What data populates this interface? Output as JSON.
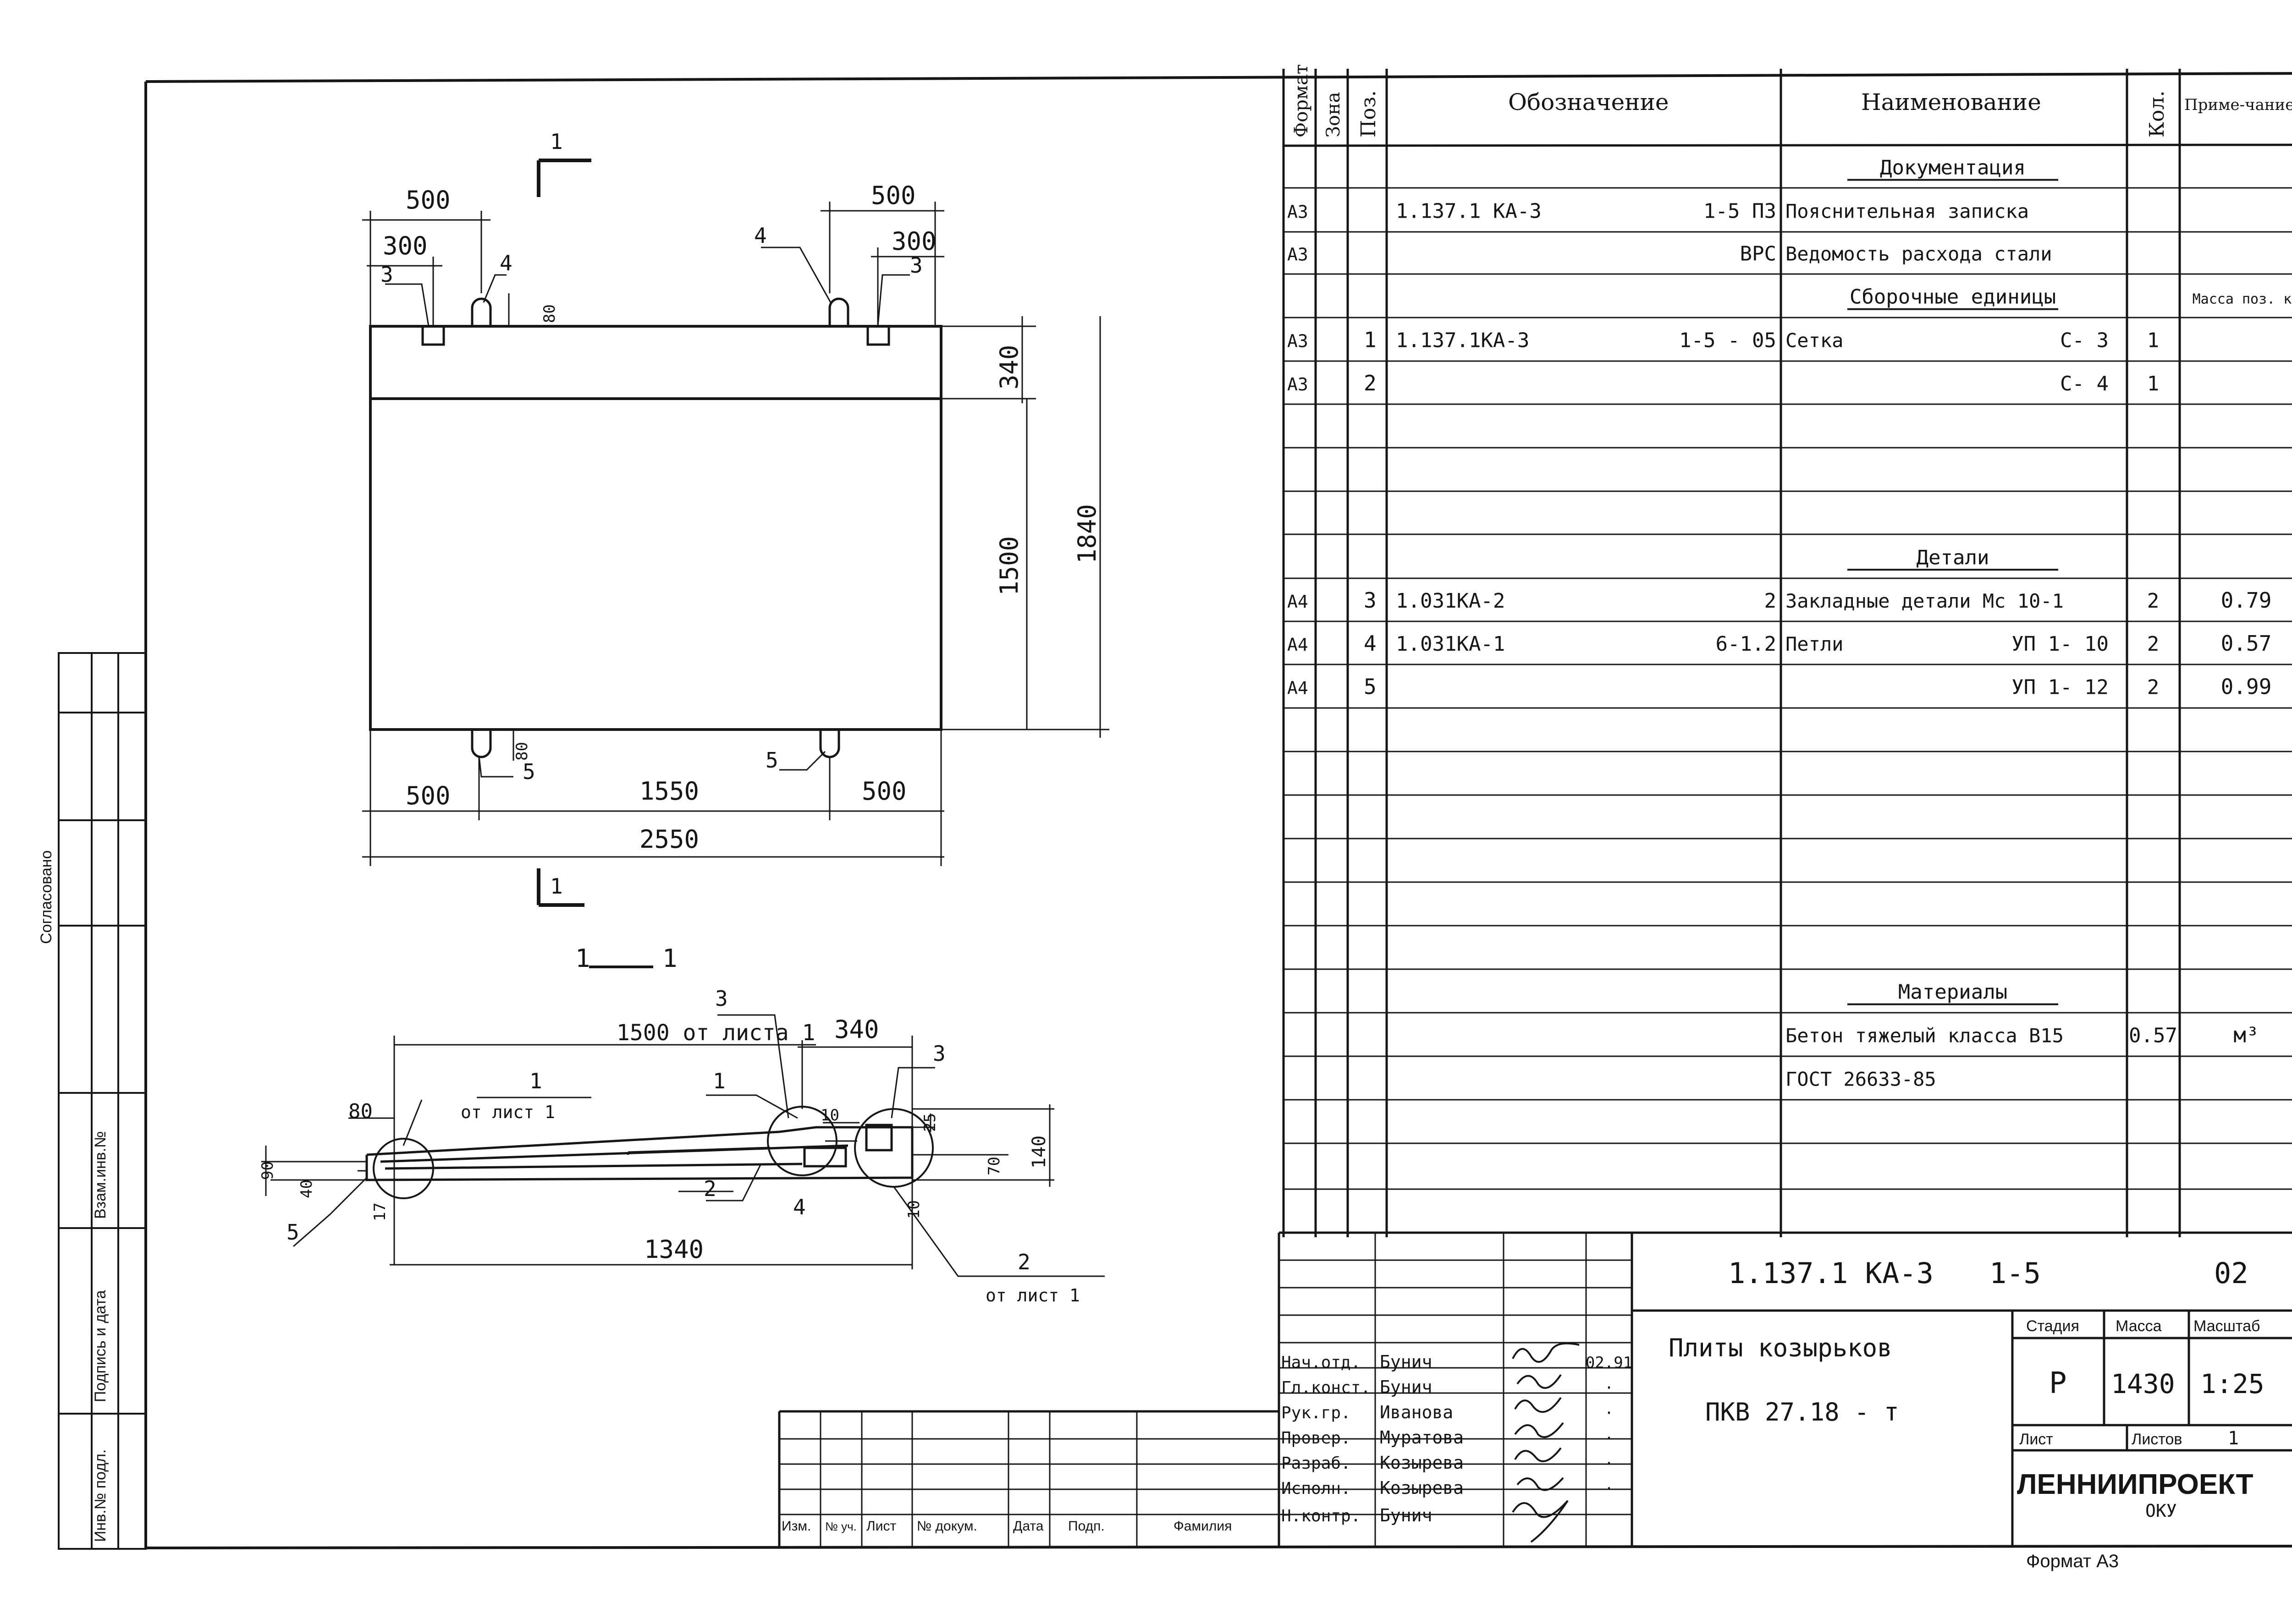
{
  "drawing": {
    "plan": {
      "section_mark_top": "1",
      "section_mark_bottom": "1",
      "dim_500_tl": "500",
      "dim_300_tl": "300",
      "dim_500_tr": "500",
      "dim_300_tr": "300",
      "pos3_left": "3",
      "pos4_left": "4",
      "pos4_right": "4",
      "pos3_right": "3",
      "dim_80_top": "80",
      "dim_80_bottom": "80",
      "dim_340": "340",
      "dim_1500": "1500",
      "dim_1840": "1840",
      "pos5_left": "5",
      "pos5_right": "5",
      "dim_500_bl": "500",
      "dim_1550": "1550",
      "dim_500_br": "500",
      "dim_2550": "2550"
    },
    "section": {
      "title_left": "1",
      "title_right": "1",
      "callout_3": "3",
      "dim_1500_ref": "1500 от листа 1",
      "dim_340": "340",
      "callout_1": "1",
      "callout_1_sheet": "от лист 1",
      "callout_1b": "1",
      "callout_3b": "3",
      "dim_80": "80",
      "dim_10": "10",
      "dim_25": "25",
      "dim_140": "140",
      "dim_90": "90",
      "dim_40": "40",
      "dim_70": "70",
      "callout_5": "5",
      "dim_17": "17",
      "callout_2_inner": "2",
      "callout_4": "4",
      "dim_10b": "10",
      "dim_1340": "1340",
      "callout_2": "2",
      "callout_2_sheet": "от лист 1"
    }
  },
  "spec": {
    "headers": [
      "Формат",
      "Зона",
      "Поз.",
      "Обозначение",
      "Наименование",
      "Кол.",
      "Приме-чание"
    ],
    "rows": [
      {
        "fmt": "",
        "pos": "",
        "designation": "",
        "doc": "",
        "name": "Документация",
        "qty": "",
        "note": "",
        "section": true
      },
      {
        "fmt": "А3",
        "pos": "",
        "designation": "1.137.1 КА-3",
        "doc": "1-5   ПЗ",
        "name": "Пояснительная записка",
        "qty": "",
        "note": ""
      },
      {
        "fmt": "А3",
        "pos": "",
        "designation": "",
        "doc": "ВРС",
        "name": "Ведомость расхода стали",
        "qty": "",
        "note": ""
      },
      {
        "fmt": "",
        "pos": "",
        "designation": "",
        "doc": "",
        "name": "Сборочные единицы",
        "qty": "",
        "note": "Масса поз. кг",
        "section": true
      },
      {
        "fmt": "А3",
        "pos": "1",
        "designation": "1.137.1КА-3",
        "doc": "1-5   - 05",
        "name": "Сетка",
        "name2": "С- 3",
        "qty": "1",
        "note": ""
      },
      {
        "fmt": "А3",
        "pos": "2",
        "designation": "",
        "doc": "",
        "name": "",
        "name2": "С- 4",
        "qty": "1",
        "note": ""
      },
      {
        "fmt": "",
        "pos": "",
        "designation": "",
        "doc": "",
        "name": "",
        "qty": "",
        "note": ""
      },
      {
        "fmt": "",
        "pos": "",
        "designation": "",
        "doc": "",
        "name": "",
        "qty": "",
        "note": ""
      },
      {
        "fmt": "",
        "pos": "",
        "designation": "",
        "doc": "",
        "name": "",
        "qty": "",
        "note": ""
      },
      {
        "fmt": "",
        "pos": "",
        "designation": "",
        "doc": "",
        "name": "Детали",
        "qty": "",
        "note": "",
        "section": true
      },
      {
        "fmt": "А4",
        "pos": "3",
        "designation": "1.031КА-2",
        "doc": "2",
        "name": "Закладные детали Мс 10-1",
        "qty": "2",
        "note": "0.79"
      },
      {
        "fmt": "А4",
        "pos": "4",
        "designation": "1.031КА-1",
        "doc": "6-1.2",
        "name": "Петли",
        "name2": "УП 1- 10",
        "qty": "2",
        "note": "0.57"
      },
      {
        "fmt": "А4",
        "pos": "5",
        "designation": "",
        "doc": "",
        "name": "",
        "name2": "УП 1- 12",
        "qty": "2",
        "note": "0.99"
      },
      {
        "fmt": "",
        "pos": "",
        "designation": "",
        "doc": "",
        "name": "",
        "qty": "",
        "note": ""
      },
      {
        "fmt": "",
        "pos": "",
        "designation": "",
        "doc": "",
        "name": "",
        "qty": "",
        "note": ""
      },
      {
        "fmt": "",
        "pos": "",
        "designation": "",
        "doc": "",
        "name": "",
        "qty": "",
        "note": ""
      },
      {
        "fmt": "",
        "pos": "",
        "designation": "",
        "doc": "",
        "name": "",
        "qty": "",
        "note": ""
      },
      {
        "fmt": "",
        "pos": "",
        "designation": "",
        "doc": "",
        "name": "",
        "qty": "",
        "note": ""
      },
      {
        "fmt": "",
        "pos": "",
        "designation": "",
        "doc": "",
        "name": "",
        "qty": "",
        "note": ""
      },
      {
        "fmt": "",
        "pos": "",
        "designation": "",
        "doc": "",
        "name": "Материалы",
        "qty": "",
        "note": "",
        "section": true
      },
      {
        "fmt": "",
        "pos": "",
        "designation": "",
        "doc": "",
        "name": "Бетон тяжелый класса В15",
        "qty": "0.57",
        "note": "м³"
      },
      {
        "fmt": "",
        "pos": "",
        "designation": "",
        "doc": "",
        "name": "ГОСТ 26633-85",
        "qty": "",
        "note": ""
      },
      {
        "fmt": "",
        "pos": "",
        "designation": "",
        "doc": "",
        "name": "",
        "qty": "",
        "note": ""
      },
      {
        "fmt": "",
        "pos": "",
        "designation": "",
        "doc": "",
        "name": "",
        "qty": "",
        "note": ""
      }
    ]
  },
  "titleblock": {
    "doc_code": "1.137.1 КА-3",
    "doc_issue": "1-5",
    "doc_sheet": "02",
    "title_line1": "Плиты козырьков",
    "title_line2": "ПКВ 27.18 - т",
    "stage_label": "Стадия",
    "mass_label": "Масса",
    "scale_label": "Масштаб",
    "stage": "Р",
    "mass": "1430",
    "scale": "1:25",
    "sheet_label": "Лист",
    "sheets_label": "Листов",
    "sheets_value": "1",
    "org": "ЛЕННИИПРОЕКТ",
    "org_sub": "ОКУ",
    "format": "Формат А3",
    "col_labels": [
      "Изм.",
      "№ уч.",
      "Лист",
      "№ докум.",
      "Дата",
      "Подп.",
      "Фамилия"
    ],
    "roles": [
      {
        "role": "Нач.отд.",
        "name": "Бунич",
        "date": "02.91"
      },
      {
        "role": "Гл.конст.",
        "name": "Бунич",
        "date": "·"
      },
      {
        "role": "Рук.гр.",
        "name": "Иванова",
        "date": "·"
      },
      {
        "role": "Провер.",
        "name": "Муратова",
        "date": "·"
      },
      {
        "role": "Разраб.",
        "name": "Козырева",
        "date": "·"
      },
      {
        "role": "Исполн.",
        "name": "Козырева",
        "date": "·"
      },
      {
        "role": "Н.контр.",
        "name": "Бунич",
        "date": ""
      }
    ]
  },
  "sidebar": {
    "labels": [
      "Взам.инв.№",
      "Подпись и дата",
      "Инв.№ подл."
    ],
    "top_label": "Согласовано"
  }
}
